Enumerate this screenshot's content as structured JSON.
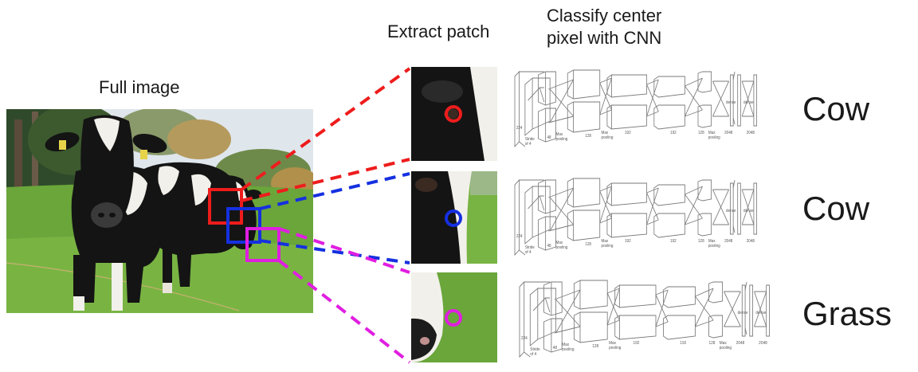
{
  "headings": {
    "full_image": "Full image",
    "extract_patch": "Extract patch",
    "classify_line1": "Classify center",
    "classify_line2": "pixel with CNN"
  },
  "predictions": [
    "Cow",
    "Cow",
    "Grass"
  ],
  "colors": {
    "red": "#ee1c1c",
    "blue": "#1530e0",
    "magenta": "#e01ee0",
    "grass": "#6aa63a",
    "cow_black": "#141414",
    "cow_white": "#f2f0ea",
    "sky": "#dfe6ec",
    "network_line": "#7a7a7a"
  },
  "network_labels": {
    "stride": "Stride of 4",
    "max_pooling": "Max pooling",
    "dense": "dense",
    "sizes": [
      "224",
      "48",
      "128",
      "192",
      "192",
      "128",
      "2048",
      "2048"
    ]
  }
}
